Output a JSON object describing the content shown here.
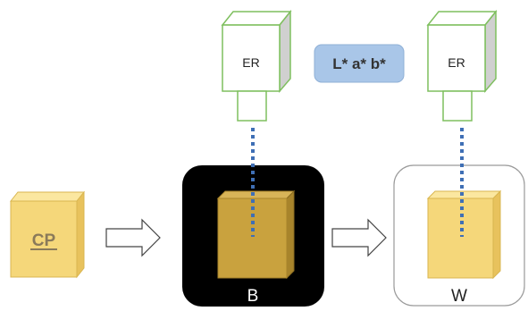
{
  "labels": {
    "cp": "CP",
    "er_left": "ER",
    "er_right": "ER",
    "lab": "L* a* b*",
    "black_bg": "B",
    "white_bg": "W"
  },
  "colors": {
    "sample_face": "#f5d77a",
    "sample_edge": "#d9b650",
    "sample_dark_face": "#c9a23e",
    "sample_dark_side": "#a8842b",
    "cp_text": "#8a7a5a",
    "instrument_stroke": "#7fbf5f",
    "instrument_side": "#d0d0d0",
    "lab_badge": "#a9c6e8",
    "lab_badge_stroke": "#8fb0d6",
    "beam": "#3f6fb5",
    "black_tile": "#000000",
    "white_tile_stroke": "#bbbbbb"
  }
}
